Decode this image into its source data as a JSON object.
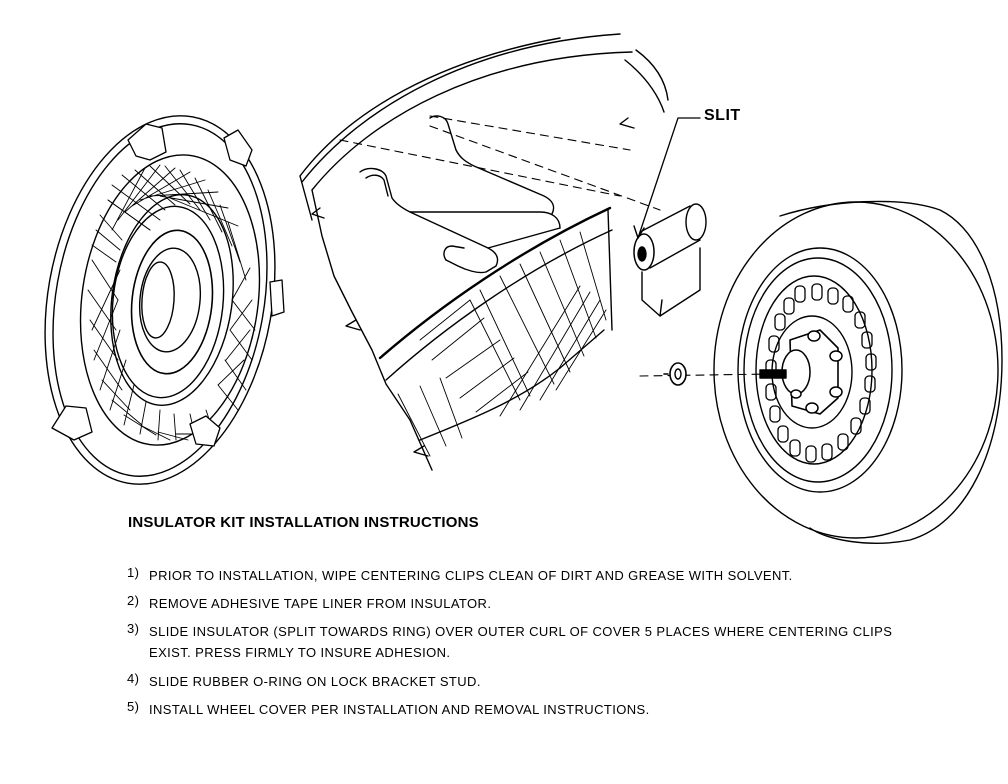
{
  "callout": {
    "slit_label": "SLIT"
  },
  "instructions": {
    "title": "INSULATOR KIT INSTALLATION INSTRUCTIONS",
    "steps": [
      {
        "num": "1)",
        "text": "PRIOR TO INSTALLATION, WIPE CENTERING CLIPS CLEAN OF DIRT AND GREASE WITH SOLVENT."
      },
      {
        "num": "2)",
        "text": "REMOVE ADHESIVE TAPE LINER FROM INSULATOR."
      },
      {
        "num": "3)",
        "text": "SLIDE INSULATOR (SPLIT TOWARDS RING) OVER OUTER CURL OF COVER 5 PLACES WHERE CENTERING CLIPS EXIST. PRESS FIRMLY TO INSURE ADHESION."
      },
      {
        "num": "4)",
        "text": "SLIDE RUBBER O-RING ON LOCK BRACKET STUD."
      },
      {
        "num": "5)",
        "text": "INSTALL WHEEL COVER PER INSTALLATION AND REMOVAL INSTRUCTIONS."
      }
    ]
  },
  "colors": {
    "ink": "#000000",
    "paper": "#ffffff"
  }
}
